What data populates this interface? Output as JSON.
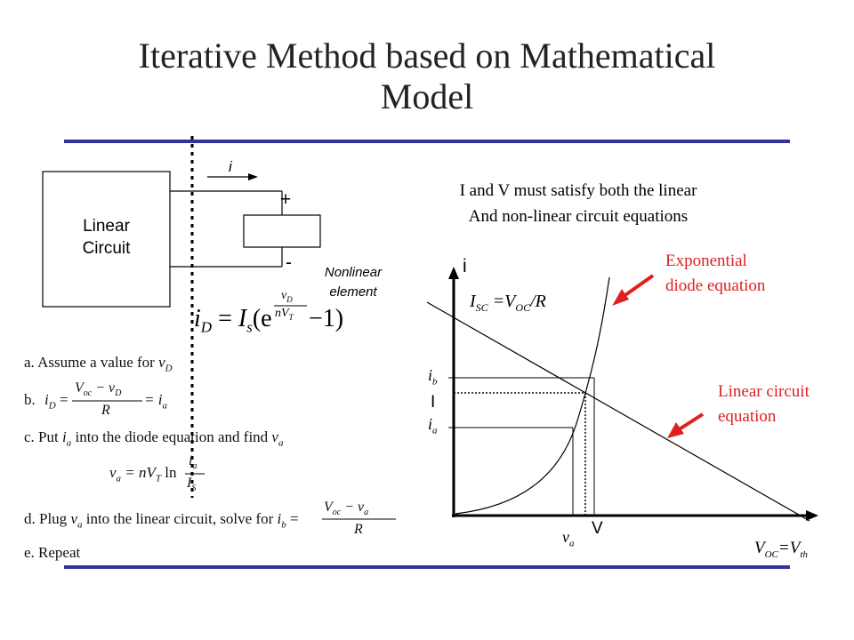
{
  "slide": {
    "title_line1": "Iterative Method based on Mathematical",
    "title_line2": "Model",
    "rule_color": "#33339a"
  },
  "circuit": {
    "block_label_line1": "Linear",
    "block_label_line2": "Circuit",
    "current_label": "i",
    "plus": "+",
    "minus": "-",
    "element_label_line1": "Nonlinear",
    "element_label_line2": "element",
    "diode_eq": {
      "lhs_var": "i",
      "lhs_sub": "D",
      "equals": "=",
      "Is": "I",
      "Is_sub": "s",
      "open": "(e",
      "exp_num": "v",
      "exp_num_sub": "D",
      "exp_den": "nV",
      "exp_den_sub": "T",
      "tail": "−1)"
    }
  },
  "statement": {
    "line1": "I and V must satisfy both the linear",
    "line2": "And non-linear circuit equations"
  },
  "graph": {
    "y_axis_label": "i",
    "x_axis_label": "V",
    "isc_label": "I",
    "isc_sub": "SC",
    "isc_eq": "=V",
    "isc_eq_sub": "OC",
    "isc_tail": "/R",
    "ib_label": "i",
    "ib_sub": "b",
    "i_label": "I",
    "ia_label": "i",
    "ia_sub": "a",
    "va_label": "v",
    "va_sub": "a",
    "voc_label": "V",
    "voc_sub": "OC",
    "voc_eq": "=V",
    "voc_eq_sub": "th",
    "exp_note_line1": "Exponential",
    "exp_note_line2": "diode equation",
    "lin_note_line1": "Linear circuit",
    "lin_note_line2": "equation",
    "accent_color": "#e02020"
  },
  "steps": {
    "a_text": "a.  Assume a value for ",
    "a_var": "v",
    "a_sub": "D",
    "b_text": "b.  ",
    "b_lhs": "i",
    "b_lhs_sub": "D",
    "b_eq": " = ",
    "b_num": "V",
    "b_num_sub": "oc",
    "b_num_mid": " − v",
    "b_num_sub2": "D",
    "b_den": "R",
    "b_rhs": " = i",
    "b_rhs_sub": "a",
    "c_text": "c.  Put ",
    "c_var": "i",
    "c_sub": "a",
    "c_text2": " into the diode equation and find ",
    "c_var2": "v",
    "c_sub2": "a",
    "c_eq_lhs": "v",
    "c_eq_lhs_sub": "a",
    "c_eq_mid": " = nV",
    "c_eq_mid_sub": "T",
    "c_eq_ln": " ln",
    "c_frac_num": "i",
    "c_frac_num_sub": "a",
    "c_frac_den": "I",
    "c_frac_den_sub": "S",
    "d_text": "d.  Plug ",
    "d_var": "v",
    "d_sub": "a",
    "d_text2": " into the linear circuit, solve for ",
    "d_lhs": "i",
    "d_lhs_sub": "b",
    "d_eq": " = ",
    "d_num": "V",
    "d_num_sub": "oc",
    "d_num_mid": " − v",
    "d_num_sub2": "a",
    "d_den": "R",
    "e_text": "e.  Repeat"
  }
}
